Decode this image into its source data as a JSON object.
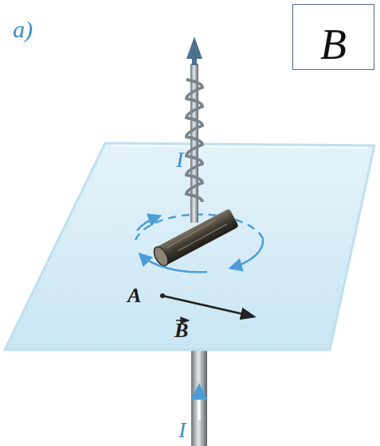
{
  "diagram": {
    "nodes": [
      {
        "text": [
          "B"
        ]
      }
    ],
    "labels": [
      "a)",
      "I",
      "A",
      "B",
      "I"
    ]
  }
}
